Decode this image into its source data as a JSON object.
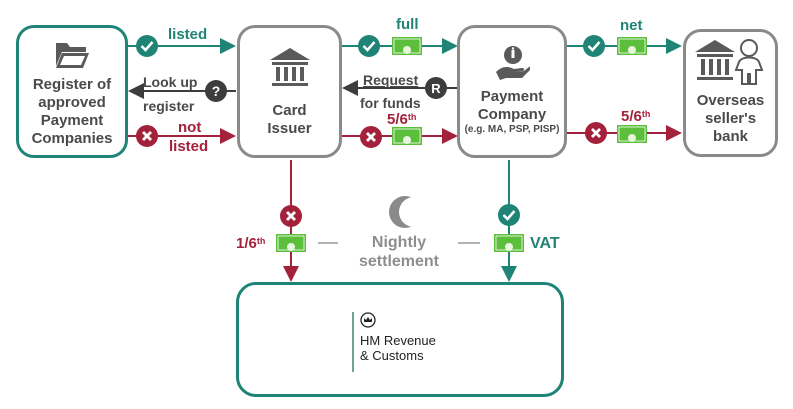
{
  "nodes": {
    "register": {
      "label_lines": [
        "Register of",
        "approved",
        "Payment",
        "Companies"
      ],
      "icon": "folder-icon"
    },
    "card_issuer": {
      "label_lines": [
        "Card",
        "Issuer"
      ],
      "icon": "bank-icon"
    },
    "payment_company": {
      "label_lines": [
        "Payment",
        "Company"
      ],
      "sublabel": "(e.g. MA, PSP, PISP)",
      "icon": "hand-coin-icon"
    },
    "overseas_bank": {
      "label_lines": [
        "Overseas",
        "seller's",
        "bank"
      ],
      "icon": "bank-person-icon"
    },
    "hmrc": {
      "label_lines": [
        "HM Revenue",
        "& Customs"
      ],
      "icon": "crown-icon"
    }
  },
  "edges": {
    "listed": {
      "label": "listed",
      "status": "check"
    },
    "not_listed": {
      "label_lines": [
        "not",
        "listed"
      ],
      "status": "cross"
    },
    "look_up": {
      "label_lines": [
        "Look up",
        "register"
      ],
      "badge": "?"
    },
    "full": {
      "label": "full",
      "status": "check"
    },
    "request": {
      "label_lines": [
        "Request",
        "for funds"
      ],
      "badge": "R"
    },
    "five_sixth_issuer": {
      "label": "5/6",
      "suffix": "th",
      "status": "cross"
    },
    "net": {
      "label": "net",
      "status": "check"
    },
    "five_sixth_company": {
      "label": "5/6",
      "suffix": "th",
      "status": "cross"
    },
    "one_sixth": {
      "label": "1/6",
      "suffix": "th",
      "status": "cross"
    },
    "vat": {
      "label": "VAT",
      "status": "check"
    }
  },
  "settlement": {
    "label_lines": [
      "Nightly",
      "settlement"
    ],
    "icon": "moon-icon"
  },
  "colors": {
    "teal": "#1f8476",
    "red": "#a3213a",
    "dark": "#3d3d3d",
    "grey": "#8a8a8a",
    "money": "#5cbf3c"
  }
}
